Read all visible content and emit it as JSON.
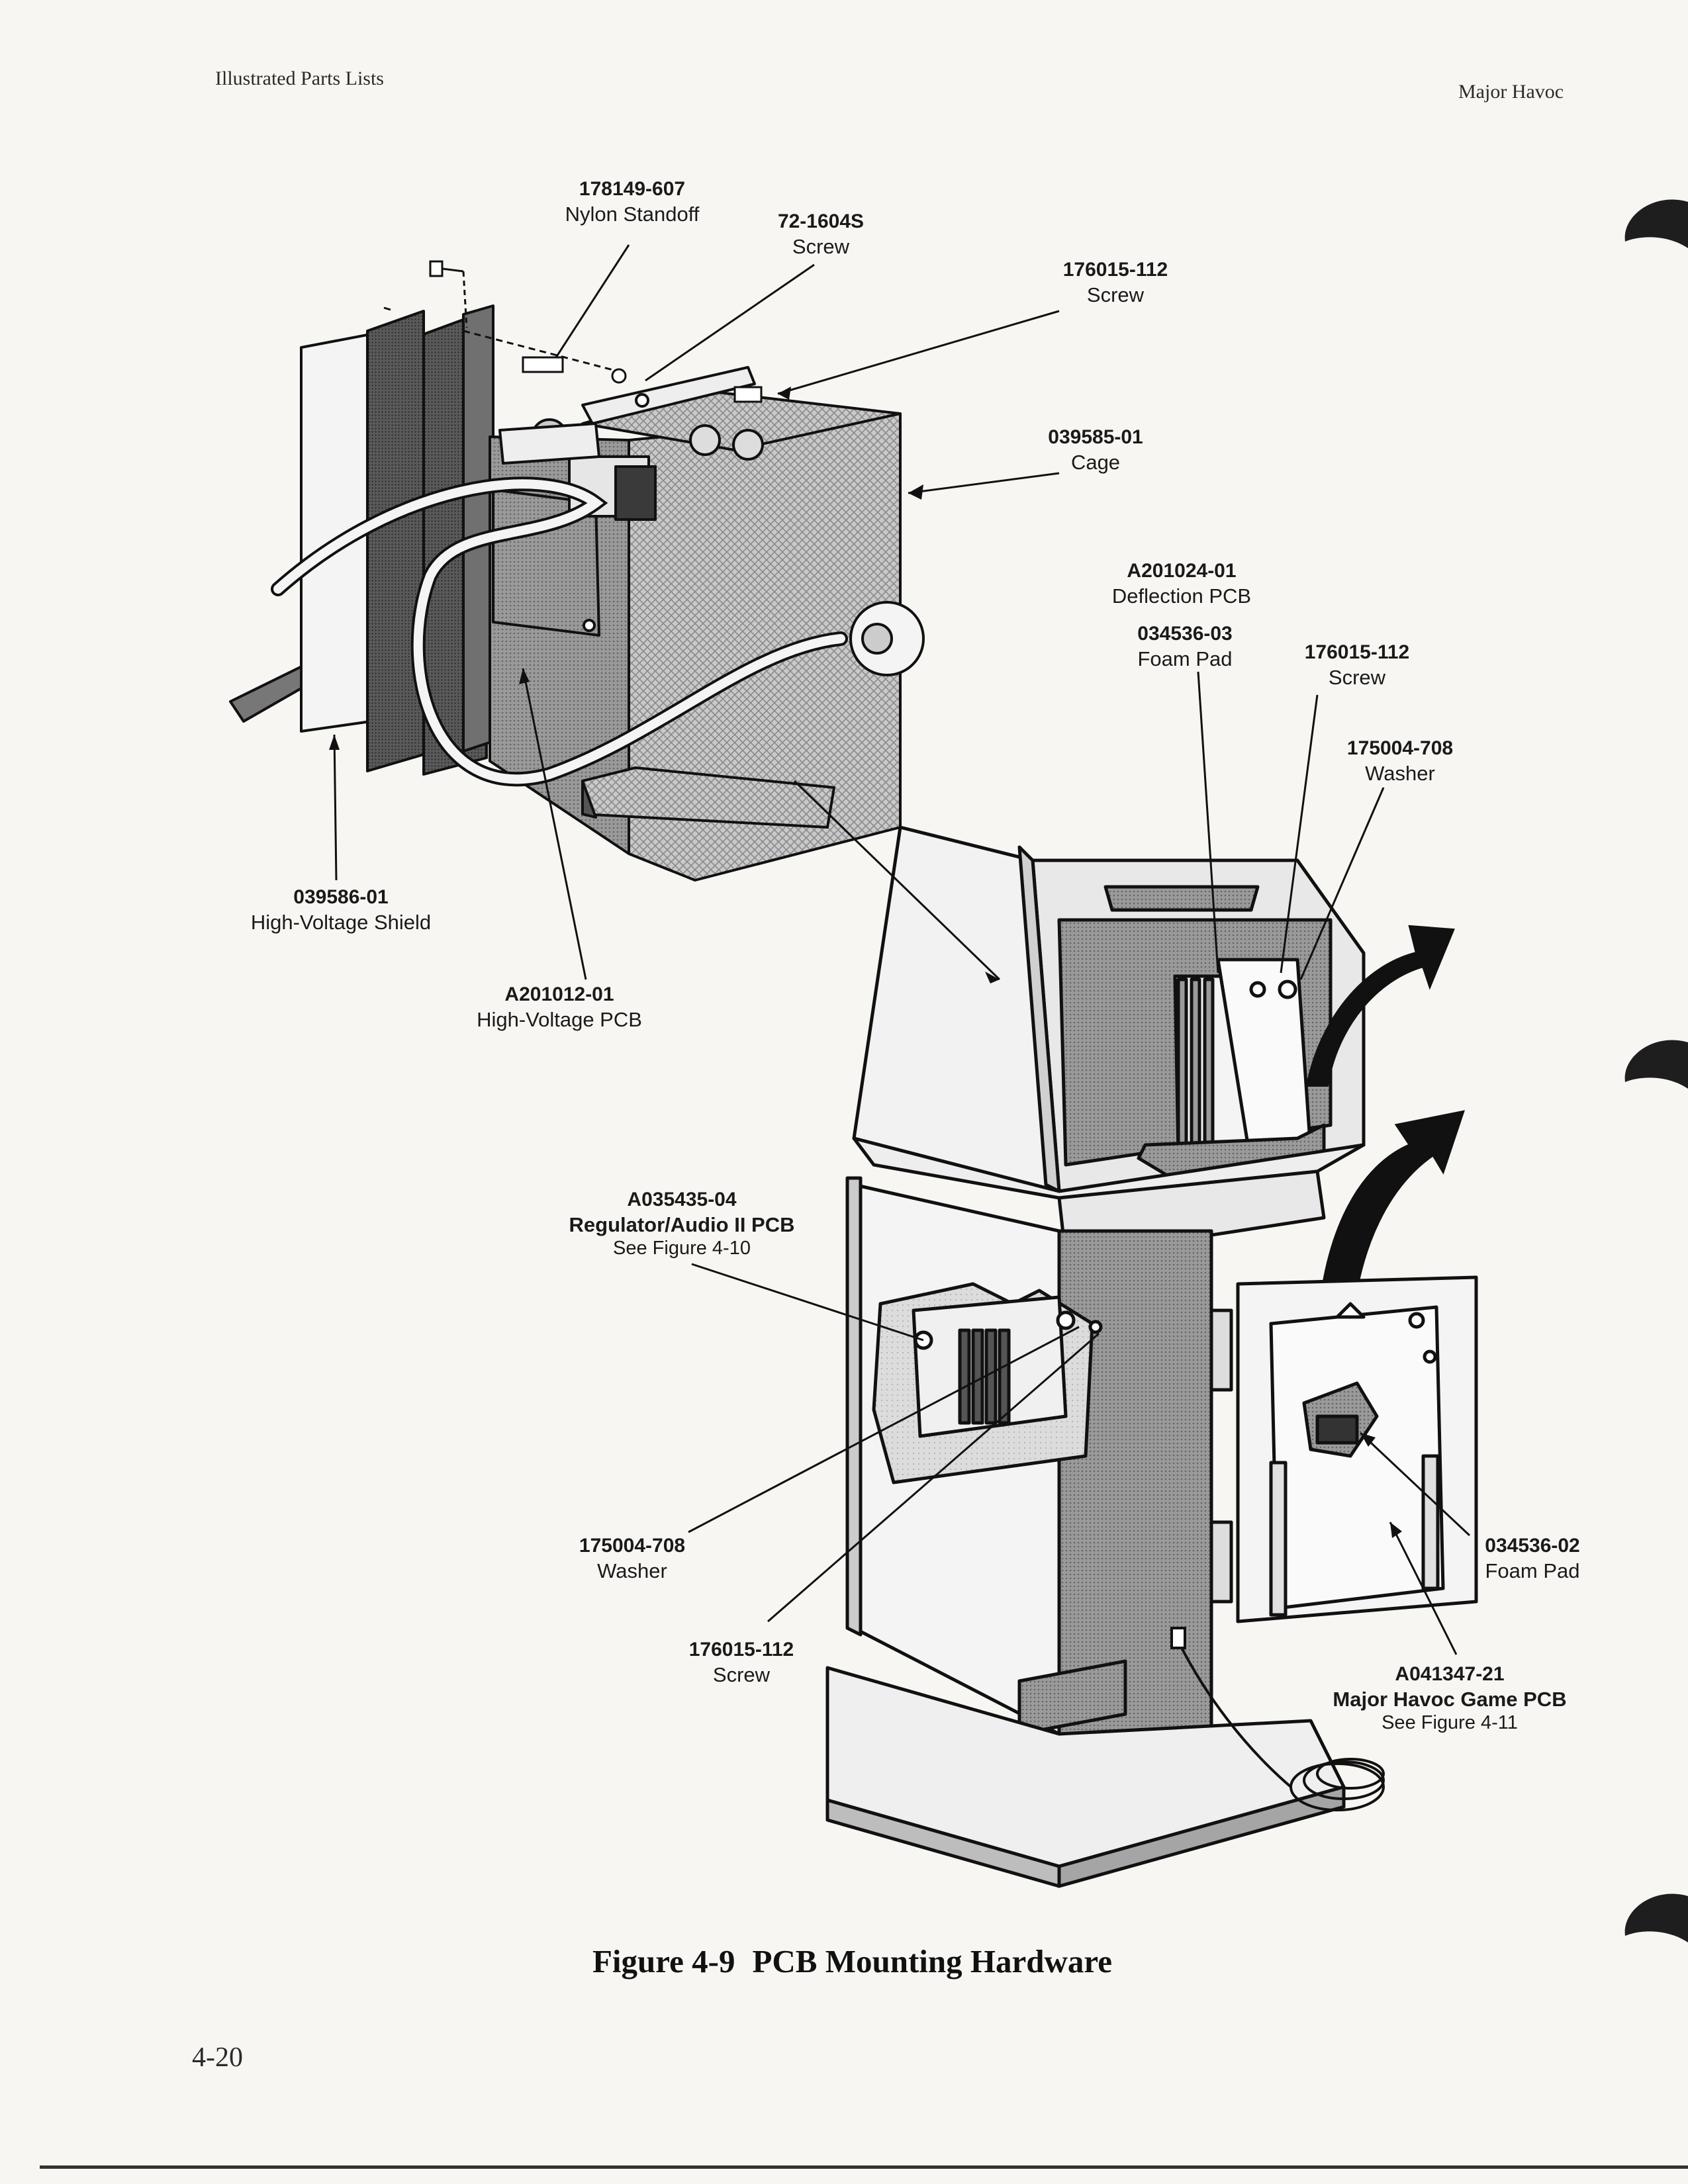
{
  "header": {
    "left": "Illustrated Parts Lists",
    "right": "Major Havoc"
  },
  "callouts": {
    "nylon_standoff": {
      "part": "178149-607",
      "name": "Nylon Standoff"
    },
    "screw_72": {
      "part": "72-1604S",
      "name": "Screw"
    },
    "screw_top": {
      "part": "176015-112",
      "name": "Screw"
    },
    "cage": {
      "part": "039585-01",
      "name": "Cage"
    },
    "hv_shield": {
      "part": "039586-01",
      "name": "High-Voltage Shield"
    },
    "hv_pcb": {
      "part": "A201012-01",
      "name": "High-Voltage PCB"
    },
    "deflection_pcb": {
      "part": "A201024-01",
      "name": "Deflection PCB"
    },
    "foam_pad_03": {
      "part": "034536-03",
      "name": "Foam Pad"
    },
    "screw_defl": {
      "part": "176015-112",
      "name": "Screw"
    },
    "washer_defl": {
      "part": "175004-708",
      "name": "Washer"
    },
    "regulator_pcb": {
      "part": "A035435-04",
      "name": "Regulator/Audio II PCB",
      "see": "See Figure 4-10"
    },
    "washer_reg": {
      "part": "175004-708",
      "name": "Washer"
    },
    "screw_reg": {
      "part": "176015-112",
      "name": "Screw"
    },
    "foam_pad_02": {
      "part": "034536-02",
      "name": "Foam Pad"
    },
    "game_pcb": {
      "part": "A041347-21",
      "name": "Major Havoc Game PCB",
      "see": "See Figure 4-11"
    }
  },
  "figure": {
    "number": "Figure 4-9",
    "title": "PCB Mounting Hardware"
  },
  "page_number": "4-20"
}
